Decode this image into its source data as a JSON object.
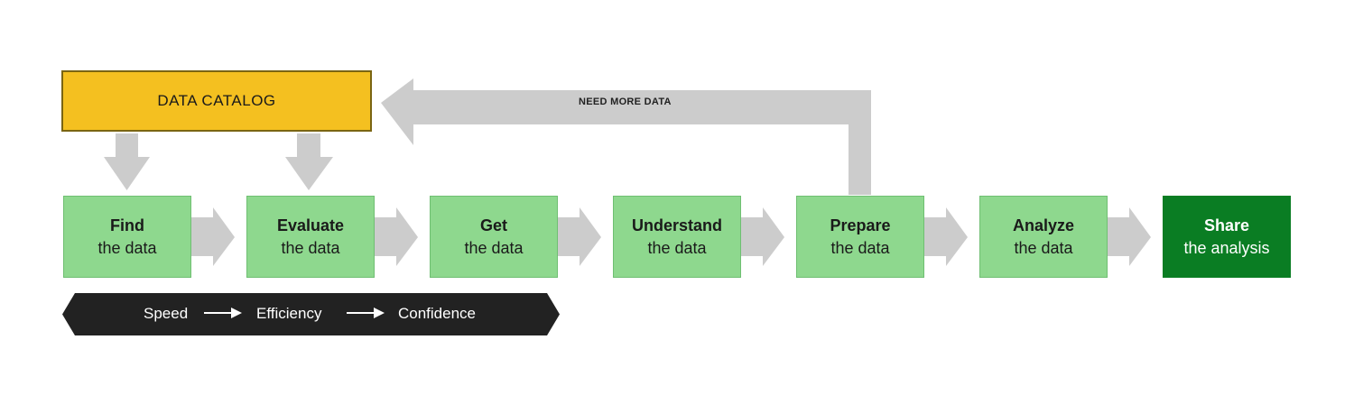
{
  "catalog": {
    "label": "DATA CATALOG"
  },
  "loop": {
    "label": "NEED MORE DATA"
  },
  "steps": [
    {
      "title": "Find",
      "subtitle": "the data"
    },
    {
      "title": "Evaluate",
      "subtitle": "the data"
    },
    {
      "title": "Get",
      "subtitle": "the data"
    },
    {
      "title": "Understand",
      "subtitle": "the data"
    },
    {
      "title": "Prepare",
      "subtitle": "the data"
    },
    {
      "title": "Analyze",
      "subtitle": "the data"
    },
    {
      "title": "Share",
      "subtitle": "the analysis"
    }
  ],
  "banner": {
    "items": [
      "Speed",
      "Efficiency",
      "Confidence"
    ]
  },
  "colors": {
    "catalog": "#f4c020",
    "step": "#8ed88e",
    "final_step": "#0a7d23",
    "arrow": "#cccccc",
    "banner": "#222222"
  }
}
